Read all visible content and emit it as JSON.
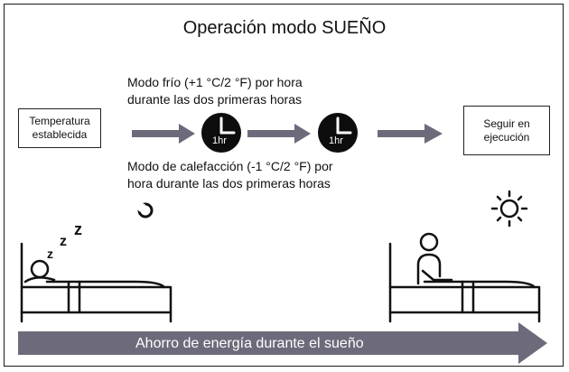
{
  "title": "Operación modo SUEÑO",
  "start_box": {
    "line1": "Temperatura",
    "line2": "establecida"
  },
  "end_box": {
    "line1": "Seguir en",
    "line2": "ejecución"
  },
  "cooling_note": {
    "line1": "Modo frío (+1 °C/2 °F) por hora",
    "line2": "durante las dos primeras horas"
  },
  "heating_note": {
    "line1": "Modo de calefacción (-1 °C/2 °F) por",
    "line2": "hora durante las dos primeras horas"
  },
  "clock_label": "1hr",
  "sleep_symbol": "Z",
  "savings_label": "Ahorro de energía durante el sueño",
  "colors": {
    "arrow": "#6d6a7b",
    "ink": "#111111"
  }
}
